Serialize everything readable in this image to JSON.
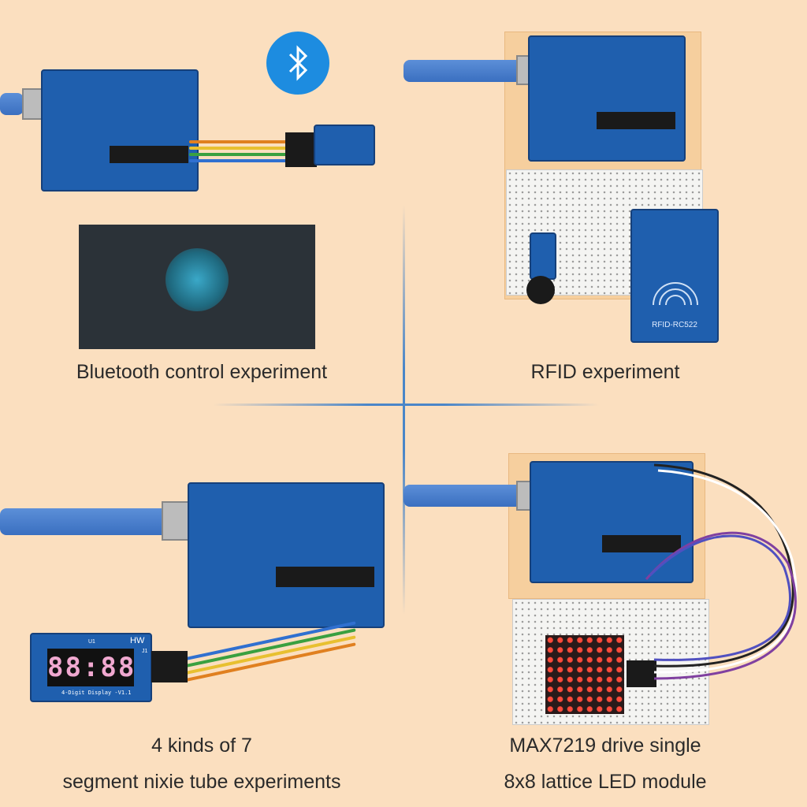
{
  "captions": {
    "bluetooth": "Bluetooth control experiment",
    "rfid": "RFID experiment",
    "nixie_line1": "4 kinds of 7",
    "nixie_line2": "segment nixie tube experiments",
    "max_line1": "MAX7219 drive single",
    "max_line2": "8x8 lattice LED module"
  },
  "components": {
    "rfid_label": "RFID-RC522",
    "display_brand": "HW",
    "display_u1": "U1",
    "display_j1": "J1",
    "display_model": "4-Digit Display -V1.1",
    "display_digits": "88:88"
  },
  "icons": {
    "bluetooth": "bluetooth-icon"
  },
  "colors": {
    "background": "#fbdfbf",
    "accent": "#4a86c8",
    "board": "#1f5fae"
  }
}
